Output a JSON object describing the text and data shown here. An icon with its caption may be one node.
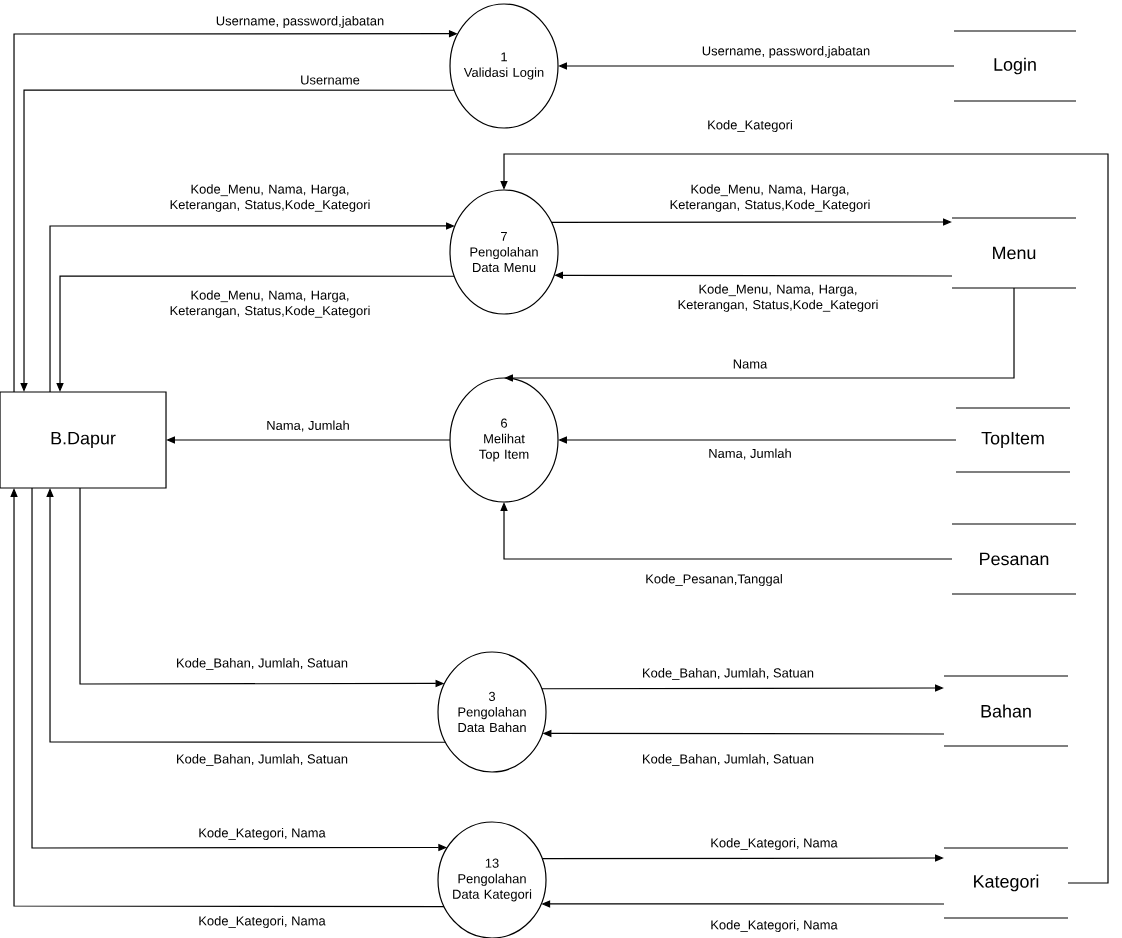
{
  "diagram": {
    "nodes": [
      {
        "text": [
          "B.Dapur"
        ]
      },
      {
        "text": [
          "1",
          "Validasi Login"
        ]
      },
      {
        "text": [
          "Login"
        ]
      },
      {
        "text": [
          "7",
          "Pengolahan Data Menu"
        ]
      },
      {
        "text": [
          "Menu"
        ]
      },
      {
        "text": [
          "6",
          "Melihat Top Item"
        ]
      },
      {
        "text": [
          "TopItem"
        ]
      },
      {
        "text": [
          "Pesanan"
        ]
      },
      {
        "text": [
          "3",
          "Pengolahan Data Bahan"
        ]
      },
      {
        "text": [
          "Bahan"
        ]
      },
      {
        "text": [
          "13",
          "Pengolahan Data Kategori"
        ]
      },
      {
        "text": [
          "Kategori"
        ]
      }
    ],
    "edges": [
      {
        "from": 0,
        "to": 1,
        "arrow": "to",
        "label": "Username, password,jabatan"
      },
      {
        "from": 2,
        "to": 1,
        "arrow": "to",
        "label": "Username, password,jabatan"
      },
      {
        "from": 1,
        "to": 0,
        "arrow": "to",
        "label": "Username"
      },
      {
        "from": 11,
        "to": 3,
        "arrow": "to",
        "label": "Kode_Kategori"
      },
      {
        "from": 0,
        "to": 3,
        "arrow": "to",
        "label": "Kode_Menu, Nama, Harga, Keterangan, Status,Kode_Kategori"
      },
      {
        "from": 3,
        "to": 4,
        "arrow": "to",
        "label": "Kode_Menu, Nama, Harga, Keterangan, Status,Kode_Kategori"
      },
      {
        "from": 4,
        "to": 3,
        "arrow": "to",
        "label": "Kode_Menu, Nama, Harga, Keterangan, Status,Kode_Kategori"
      },
      {
        "from": 3,
        "to": 0,
        "arrow": "to",
        "label": "Kode_Menu, Nama, Harga, Keterangan, Status,Kode_Kategori"
      },
      {
        "from": 4,
        "to": 5,
        "arrow": "to",
        "label": "Nama"
      },
      {
        "from": 6,
        "to": 5,
        "arrow": "to",
        "label": "Nama, Jumlah"
      },
      {
        "from": 5,
        "to": 0,
        "arrow": "to",
        "label": "Nama, Jumlah"
      },
      {
        "from": 7,
        "to": 5,
        "arrow": "to",
        "label": "Kode_Pesanan,Tanggal"
      },
      {
        "from": 0,
        "to": 8,
        "arrow": "to",
        "label": "Kode_Bahan, Jumlah, Satuan"
      },
      {
        "from": 8,
        "to": 9,
        "arrow": "to",
        "label": "Kode_Bahan, Jumlah, Satuan"
      },
      {
        "from": 9,
        "to": 8,
        "arrow": "to",
        "label": "Kode_Bahan, Jumlah, Satuan"
      },
      {
        "from": 8,
        "to": 0,
        "arrow": "to",
        "label": "Kode_Bahan, Jumlah, Satuan"
      },
      {
        "from": 0,
        "to": 10,
        "arrow": "to",
        "label": "Kode_Kategori, Nama"
      },
      {
        "from": 10,
        "to": 11,
        "arrow": "to",
        "label": "Kode_Kategori, Nama"
      },
      {
        "from": 11,
        "to": 10,
        "arrow": "to",
        "label": "Kode_Kategori, Nama"
      },
      {
        "from": 10,
        "to": 0,
        "arrow": "to",
        "label": "Kode_Kategori, Nama"
      }
    ]
  }
}
